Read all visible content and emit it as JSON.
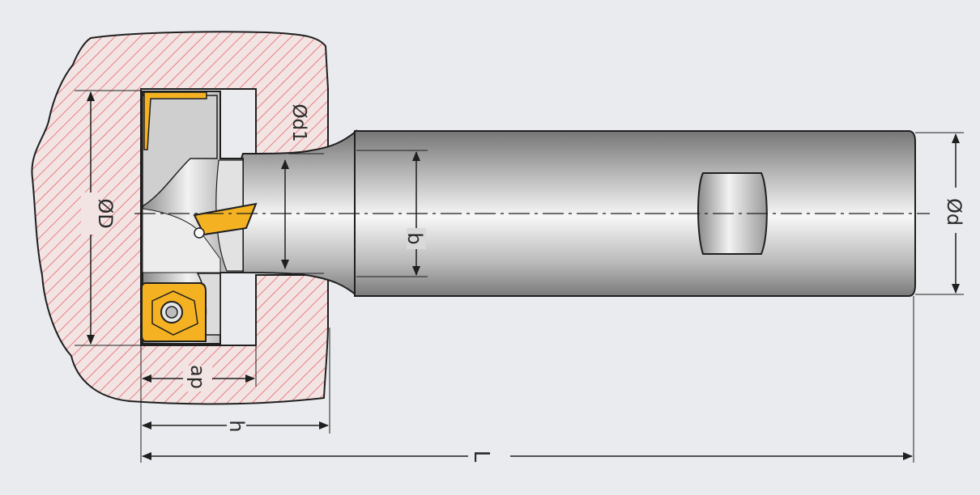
{
  "colors": {
    "background": "#e9ebee",
    "hatch": "#e4646a",
    "insert": "#f4b223",
    "steel_light": "#f5f5f5",
    "steel_dark": "#7c7c7c",
    "outline": "#1f1f1f"
  },
  "labels": {
    "bore_diameter": "ØD",
    "neck_diameter": "Ød1",
    "shank_diameter": "Ød",
    "neck_length": "b",
    "cut_depth": "ap",
    "head_height": "h",
    "total_length": "L"
  }
}
